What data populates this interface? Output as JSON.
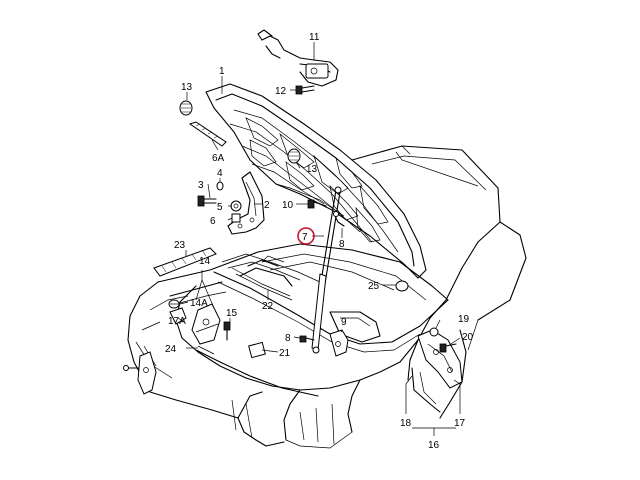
{
  "highlight_color": "#c8102e",
  "labels": {
    "l1": "1",
    "l2": "2",
    "l3": "3",
    "l4": "4",
    "l5": "5",
    "l6": "6",
    "l6a": "6A",
    "l7": "7",
    "l8a": "8",
    "l8b": "8",
    "l9": "9",
    "l10": "10",
    "l11": "11",
    "l12": "12",
    "l13a": "13",
    "l13b": "13",
    "l14": "14",
    "l14a": "14A",
    "l15": "15",
    "l16": "16",
    "l17": "17",
    "l17a": "17A",
    "l18": "18",
    "l19": "19",
    "l20": "20",
    "l21": "21",
    "l22": "22",
    "l23": "23",
    "l24": "24",
    "l25": "25"
  }
}
